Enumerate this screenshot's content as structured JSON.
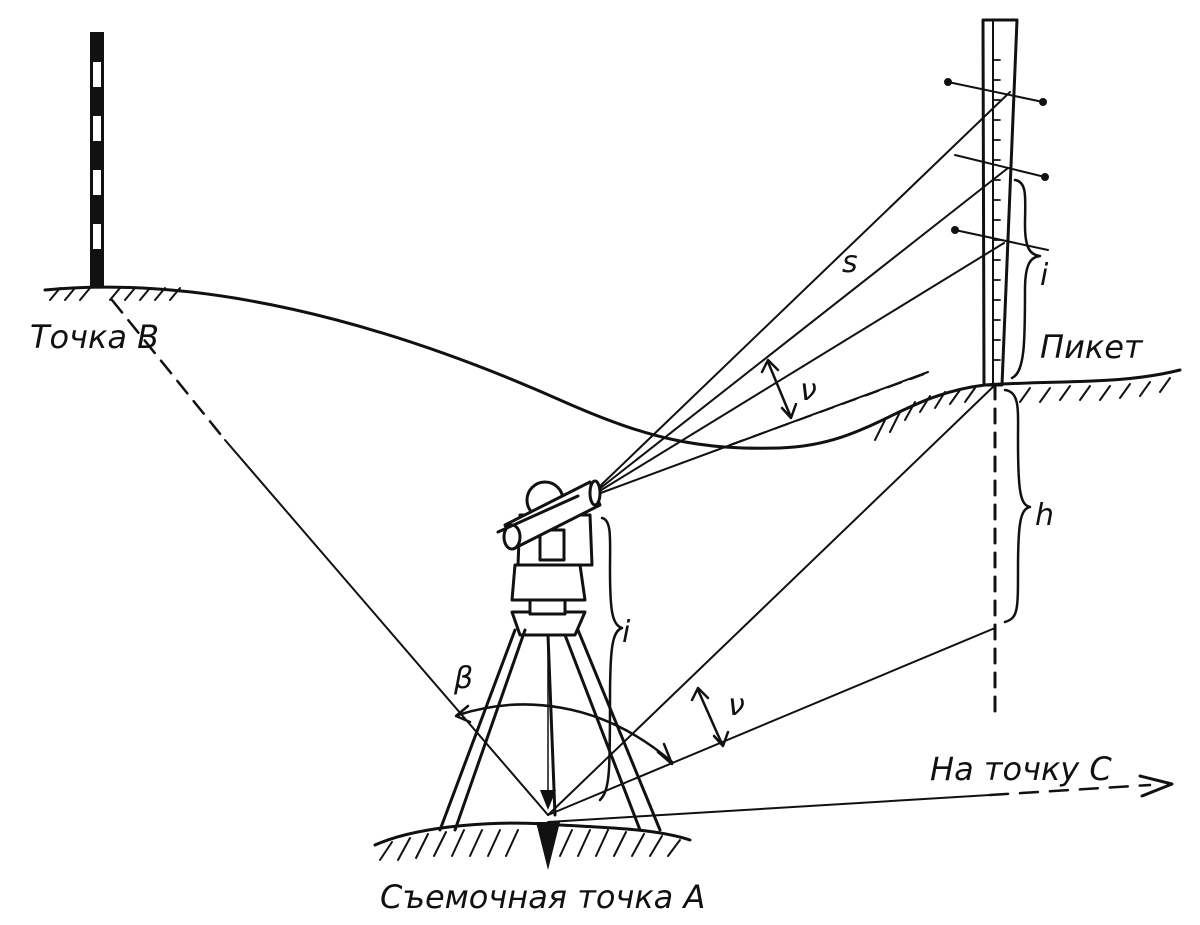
{
  "labels": {
    "point_b": "Точка B",
    "picket": "Пикет",
    "survey_point_a": "Съемочная точка A",
    "to_point_c": "На точку C",
    "s": "s",
    "i_rod": "i",
    "i_instrument": "i",
    "h": "h",
    "v_upper": "ν",
    "v_lower": "ν",
    "beta": "β"
  },
  "colors": {
    "ink": "#111111",
    "paper": "#ffffff"
  }
}
